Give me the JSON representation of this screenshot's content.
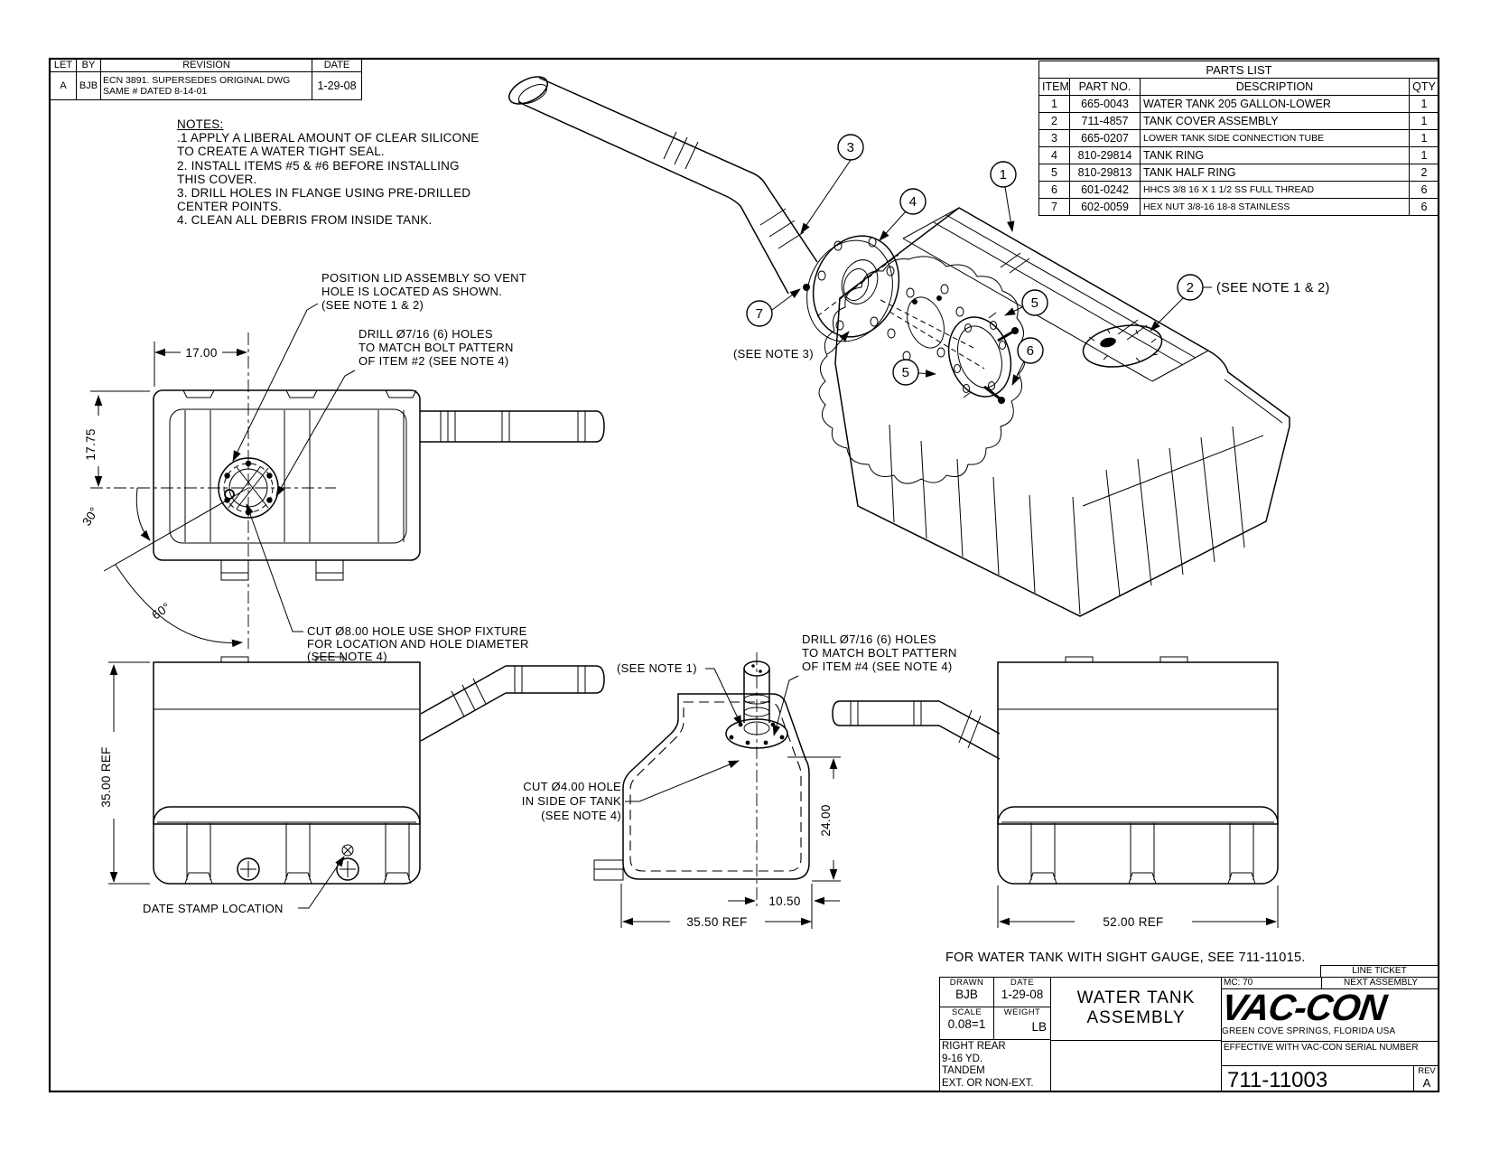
{
  "revision_table": {
    "headers": {
      "let": "LET",
      "by": "BY",
      "revision": "REVISION",
      "date": "DATE"
    },
    "rows": [
      {
        "let": "A",
        "by": "BJB",
        "revision": "ECN 3891.  SUPERSEDES ORIGINAL DWG SAME # DATED 8-14-01",
        "date": "1-29-08"
      }
    ]
  },
  "notes": {
    "title": "NOTES:",
    "lines": [
      ".1 APPLY A LIBERAL AMOUNT OF CLEAR SILICONE",
      "TO CREATE A WATER TIGHT SEAL.",
      "2. INSTALL ITEMS #5 & #6 BEFORE INSTALLING",
      "THIS COVER.",
      "3. DRILL HOLES IN FLANGE USING PRE-DRILLED",
      "CENTER POINTS.",
      "4. CLEAN ALL DEBRIS FROM INSIDE TANK."
    ]
  },
  "parts_list": {
    "title": "PARTS LIST",
    "headers": {
      "item": "ITEM",
      "part_no": "PART NO.",
      "description": "DESCRIPTION",
      "qty": "QTY"
    },
    "rows": [
      {
        "item": "1",
        "part_no": "665-0043",
        "description": "WATER TANK 205 GALLON-LOWER",
        "qty": "1"
      },
      {
        "item": "2",
        "part_no": "711-4857",
        "description": "TANK COVER ASSEMBLY",
        "qty": "1"
      },
      {
        "item": "3",
        "part_no": "665-0207",
        "description": "LOWER TANK SIDE CONNECTION TUBE",
        "qty": "1"
      },
      {
        "item": "4",
        "part_no": "810-29814",
        "description": "TANK RING",
        "qty": "1"
      },
      {
        "item": "5",
        "part_no": "810-29813",
        "description": "TANK HALF RING",
        "qty": "2"
      },
      {
        "item": "6",
        "part_no": "601-0242",
        "description": "HHCS 3/8 16 X 1 1/2 SS FULL THREAD",
        "qty": "6"
      },
      {
        "item": "7",
        "part_no": "602-0059",
        "description": "HEX NUT 3/8-16 18-8 STAINLESS",
        "qty": "6"
      }
    ]
  },
  "callouts": {
    "position_lid": [
      "POSITION LID ASSEMBLY SO VENT",
      "HOLE IS LOCATED AS SHOWN.",
      "(SEE NOTE 1 & 2)"
    ],
    "drill_item2": [
      "DRILL Ø7/16 (6) HOLES",
      "TO MATCH BOLT PATTERN",
      "OF ITEM #2 (SEE NOTE 4)"
    ],
    "cut_hole_8": [
      "CUT Ø8.00 HOLE USE SHOP FIXTURE",
      "FOR LOCATION AND HOLE DIAMETER",
      "(SEE NOTE 4)"
    ],
    "date_stamp": "DATE STAMP LOCATION",
    "see_note_1": "(SEE NOTE 1)",
    "drill_item4": [
      "DRILL Ø7/16 (6) HOLES",
      "TO MATCH BOLT PATTERN",
      "OF ITEM #4 (SEE NOTE 4)"
    ],
    "cut_hole_4": [
      "CUT Ø4.00 HOLE",
      "IN SIDE OF TANK",
      "(SEE NOTE 4)"
    ],
    "see_note_3": "(SEE NOTE 3)",
    "see_note_1_2": "(SEE NOTE 1 & 2)",
    "sight_gauge": "FOR WATER TANK WITH SIGHT GAUGE, SEE 711-11015."
  },
  "dims": {
    "width_17": "17.00",
    "height_1775": "17.75",
    "angle_30": "30°",
    "angle_60": "60°",
    "height_35ref": "35.00 REF",
    "depth_24": "24.00",
    "offset_1050": "10.50",
    "width_3550ref": "35.50 REF",
    "width_52ref": "52.00 REF"
  },
  "balloons": {
    "b1": "1",
    "b2": "2",
    "b3": "3",
    "b4": "4",
    "b5": "5",
    "b6": "6",
    "b7": "7"
  },
  "title_block": {
    "drawn_label": "DRAWN",
    "drawn": "BJB",
    "date_label": "DATE",
    "date": "1-29-08",
    "scale_label": "SCALE",
    "scale": "0.08=1",
    "weight_label": "WEIGHT",
    "weight": "LB",
    "config": [
      "RIGHT REAR",
      "9-16 YD.",
      "TANDEM",
      "EXT. OR NON-EXT."
    ],
    "title_line1": "WATER TANK",
    "title_line2": "ASSEMBLY",
    "mc": "MC: 70",
    "line_ticket": "LINE TICKET",
    "next_assembly": "NEXT ASSEMBLY",
    "logo": "VAC-CON",
    "logo_sub": "GREEN COVE SPRINGS, FLORIDA USA",
    "effective": "EFFECTIVE WITH VAC-CON SERIAL NUMBER",
    "drawing_number": "711-11003",
    "rev_label": "REV",
    "rev": "A"
  },
  "colors": {
    "ink": "#000000",
    "paper": "#ffffff"
  }
}
